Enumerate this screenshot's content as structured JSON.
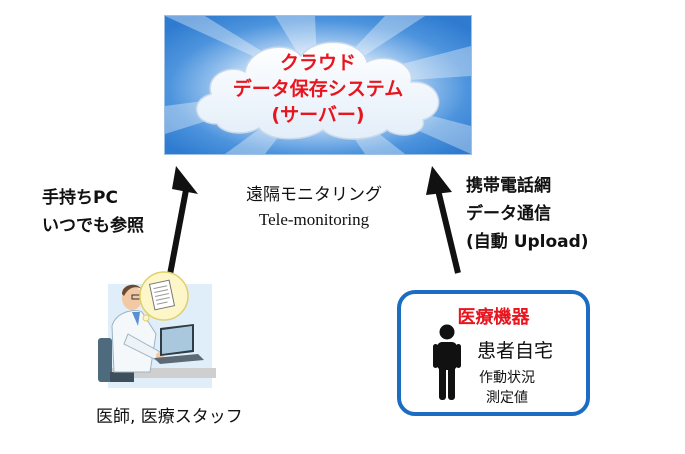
{
  "cloud": {
    "line1": "クラウド",
    "line2": "データ保存システム",
    "line3": "(サーバー)",
    "text_color": "#e8141e"
  },
  "left_label": {
    "line1": "手持ちPC",
    "line2": "いつでも参照"
  },
  "center_label": {
    "jp": "遠隔モニタリング",
    "en": "Tele-monitoring"
  },
  "right_label": {
    "line1": "携帯電話網",
    "line2": "データ通信",
    "line3": "(自動 Upload)"
  },
  "device": {
    "title": "医療機器",
    "home": "患者自宅",
    "data_line1": "作動状況",
    "data_line2": "測定値",
    "border_color": "#1b6cc2"
  },
  "doctor": {
    "caption": "医師, 医療スタッフ"
  },
  "icons": {
    "cloud": "cloud-icon",
    "doctor": "doctor-at-computer-icon",
    "patient": "person-icon",
    "arrow": "up-arrow-icon"
  }
}
